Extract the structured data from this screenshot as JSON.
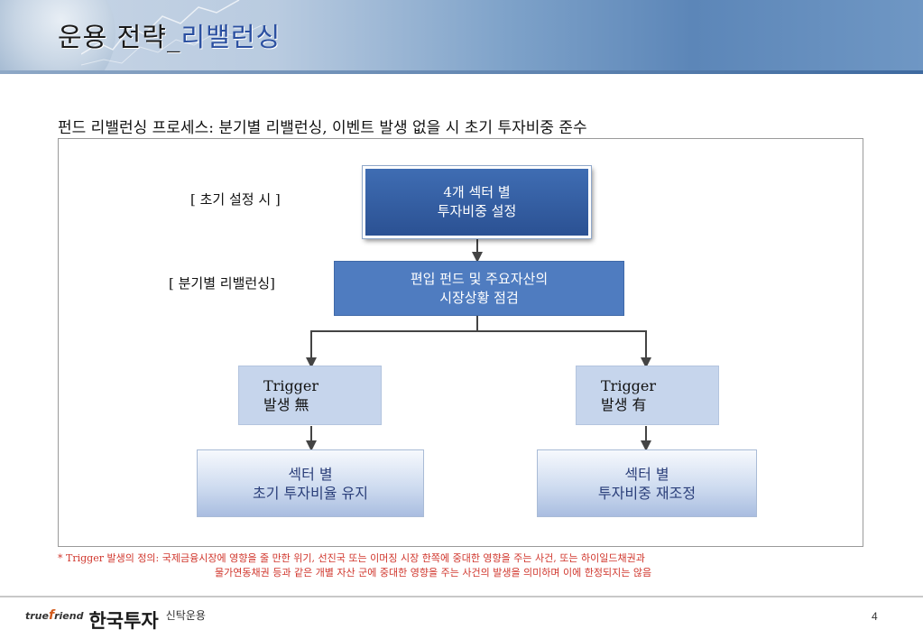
{
  "header": {
    "title_prefix": "운용 전략_",
    "title_accent": "리밸런싱"
  },
  "subtitle": "펀드 리밸런싱 프로세스: 분기별 리밸런싱, 이벤트 발생 없을 시 초기 투자비중 준수",
  "diagram": {
    "label_initial": "[ 초기 설정 시 ]",
    "label_quarterly": "[ 분기별 리밸런싱]",
    "box_initial": [
      "4개 섹터 별",
      "투자비중 설정"
    ],
    "box_check": [
      "편입 펀드 및 주요자산의",
      "시장상황 점검"
    ],
    "box_no_trigger": [
      "Trigger",
      "발생 無"
    ],
    "box_yes_trigger": [
      "Trigger",
      "발생 有"
    ],
    "box_keep": [
      "섹터 별",
      "초기 투자비율 유지"
    ],
    "box_readjust": [
      "섹터 별",
      "투자비중 재조정"
    ]
  },
  "footnote": {
    "line1": "* Trigger 발생의 정의: 국제금융시장에 영향을 줄 만한 위기, 선진국 또는 이머징 시장 한쪽에 중대한 영향을 주는 사건, 또는 하이일드채권과",
    "line2": "물가연동채권 등과 같은 개별 자산 군에 중대한 영향을 주는 사건의 발생을 의미하며 이에 한정되지는 않음"
  },
  "footer": {
    "brand_en_prefix": "true",
    "brand_en_f": "f",
    "brand_en_suffix": "riend",
    "brand_ko": "한국투자",
    "brand_sub": "신탁운용",
    "page_number": "4"
  },
  "colors": {
    "dark_box": "#2b5193",
    "mid_box": "#4f7cc0",
    "light_box": "#c6d5ec",
    "connector": "#444444",
    "footnote_red": "#d0362c"
  }
}
